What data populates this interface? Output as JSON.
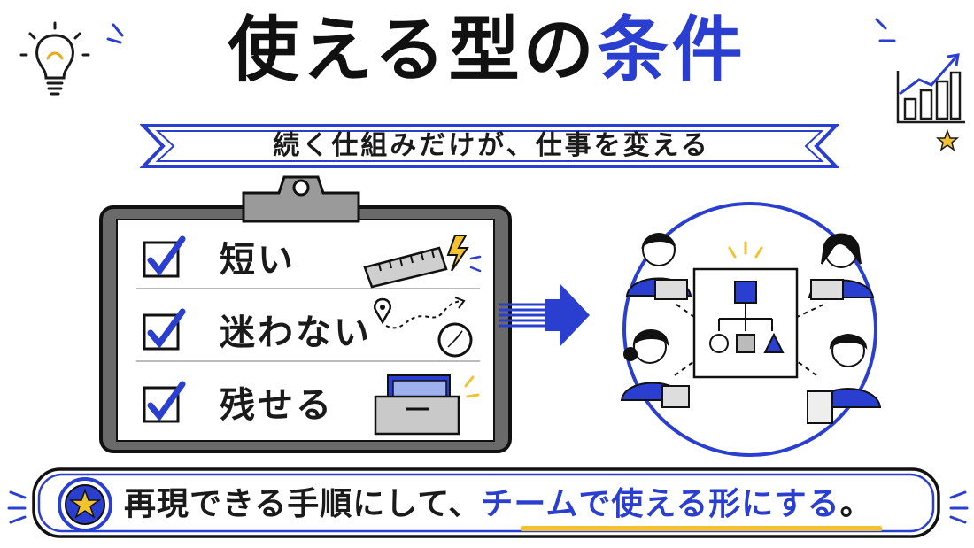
{
  "title": {
    "black": "使える型の",
    "blue": "条件"
  },
  "subtitle": "続く仕組みだけが、仕事を変える",
  "checklist": [
    {
      "label": "短い",
      "icon": "ruler-icon"
    },
    {
      "label": "迷わない",
      "icon": "path-compass-icon"
    },
    {
      "label": "残せる",
      "icon": "file-box-icon"
    }
  ],
  "footer": {
    "black": "再現できる手順にして、",
    "blue": "チームで使える形にする",
    "end": "。"
  },
  "colors": {
    "accent": "#2a3fcf",
    "ink": "#1a1a1a",
    "highlight": "#f2c230",
    "board": "#555555"
  }
}
